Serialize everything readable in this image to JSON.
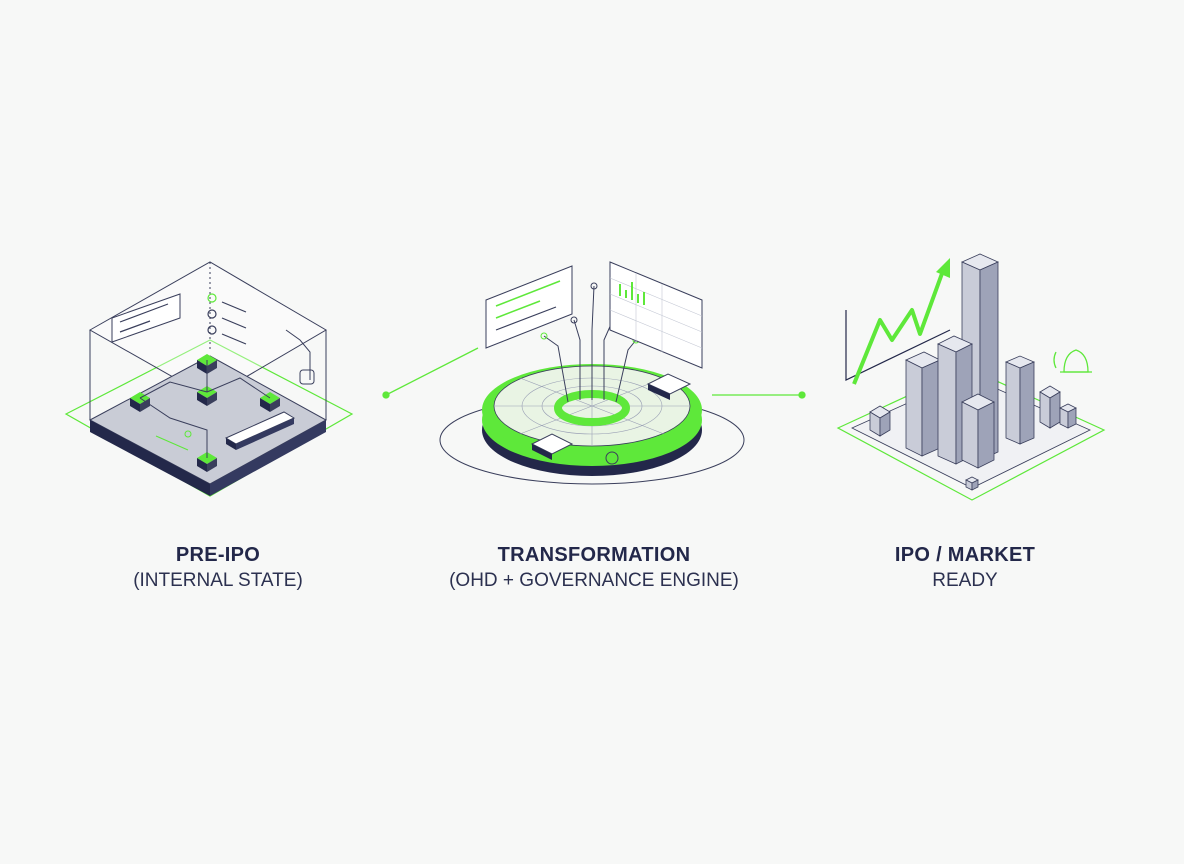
{
  "stages": [
    {
      "title": "PRE-IPO",
      "subtitle": "(INTERNAL STATE)",
      "icon": "isometric-server-room-icon"
    },
    {
      "title": "TRANSFORMATION",
      "subtitle": "(OHD + GOVERNANCE ENGINE)",
      "icon": "governance-engine-disc-icon"
    },
    {
      "title": "IPO / MARKET",
      "subtitle": "READY",
      "icon": "city-skyline-growth-icon"
    }
  ],
  "colors": {
    "accent": "#5ee83a",
    "navy": "#23284a",
    "line": "#3a3f5c",
    "background": "#f7f8f7"
  }
}
